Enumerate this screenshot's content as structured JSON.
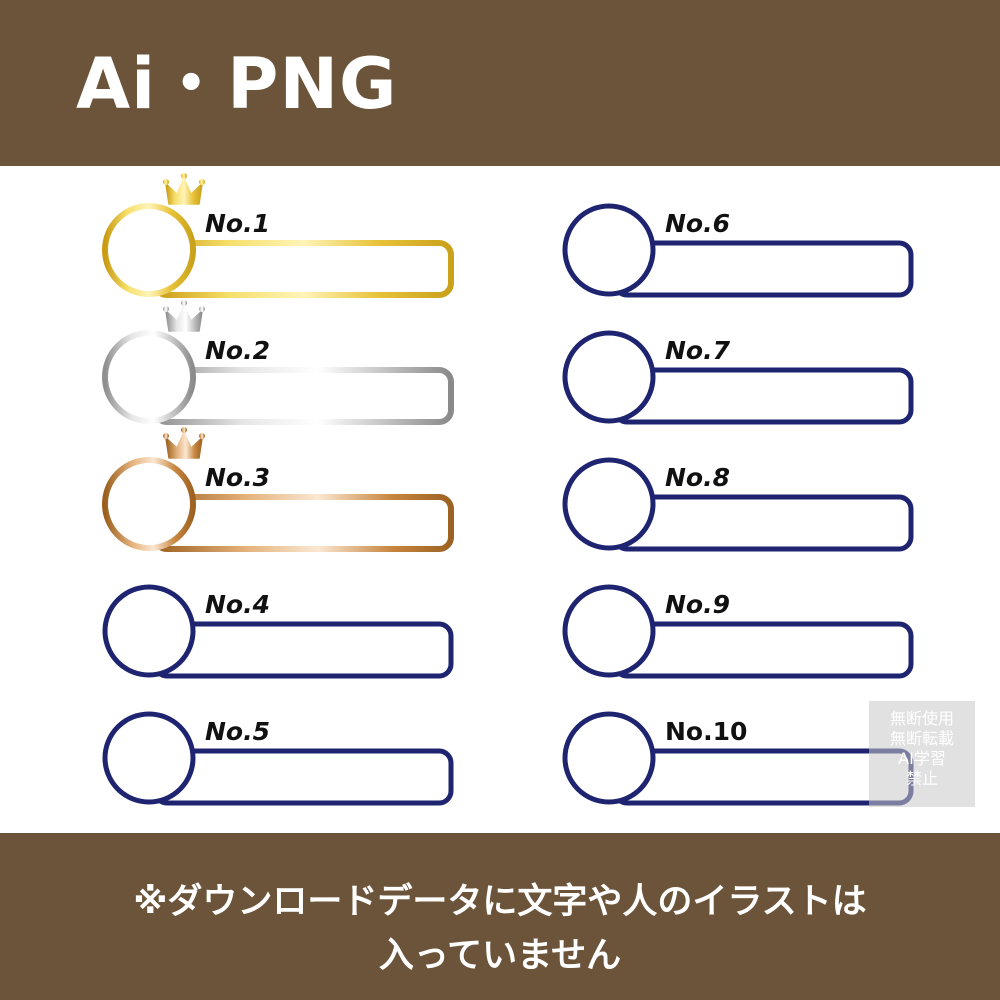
{
  "header": {
    "title": "Ai・PNG"
  },
  "footer": {
    "note_line1": "※ダウンロードデータに文字や人のイラストは",
    "note_line2": "入っていません"
  },
  "frames": [
    {
      "label": "No.1",
      "style": "gold",
      "crown": true
    },
    {
      "label": "No.2",
      "style": "silver",
      "crown": true
    },
    {
      "label": "No.3",
      "style": "bronze",
      "crown": true
    },
    {
      "label": "No.4",
      "style": "navy",
      "crown": false
    },
    {
      "label": "No.5",
      "style": "navy",
      "crown": false
    },
    {
      "label": "No.6",
      "style": "navy",
      "crown": false
    },
    {
      "label": "No.7",
      "style": "navy",
      "crown": false
    },
    {
      "label": "No.8",
      "style": "navy",
      "crown": false
    },
    {
      "label": "No.9",
      "style": "navy",
      "crown": false
    },
    {
      "label": "No.10",
      "style": "navy",
      "crown": false
    }
  ],
  "watermark": {
    "lines": [
      "無断使用",
      "無断転載",
      "AI学習",
      "禁止"
    ]
  },
  "colors": {
    "banner": "#6b5439",
    "navy": "#1e2470",
    "gold": "#d9b41e",
    "silver": "#a9a9a9",
    "bronze": "#b87a32"
  }
}
